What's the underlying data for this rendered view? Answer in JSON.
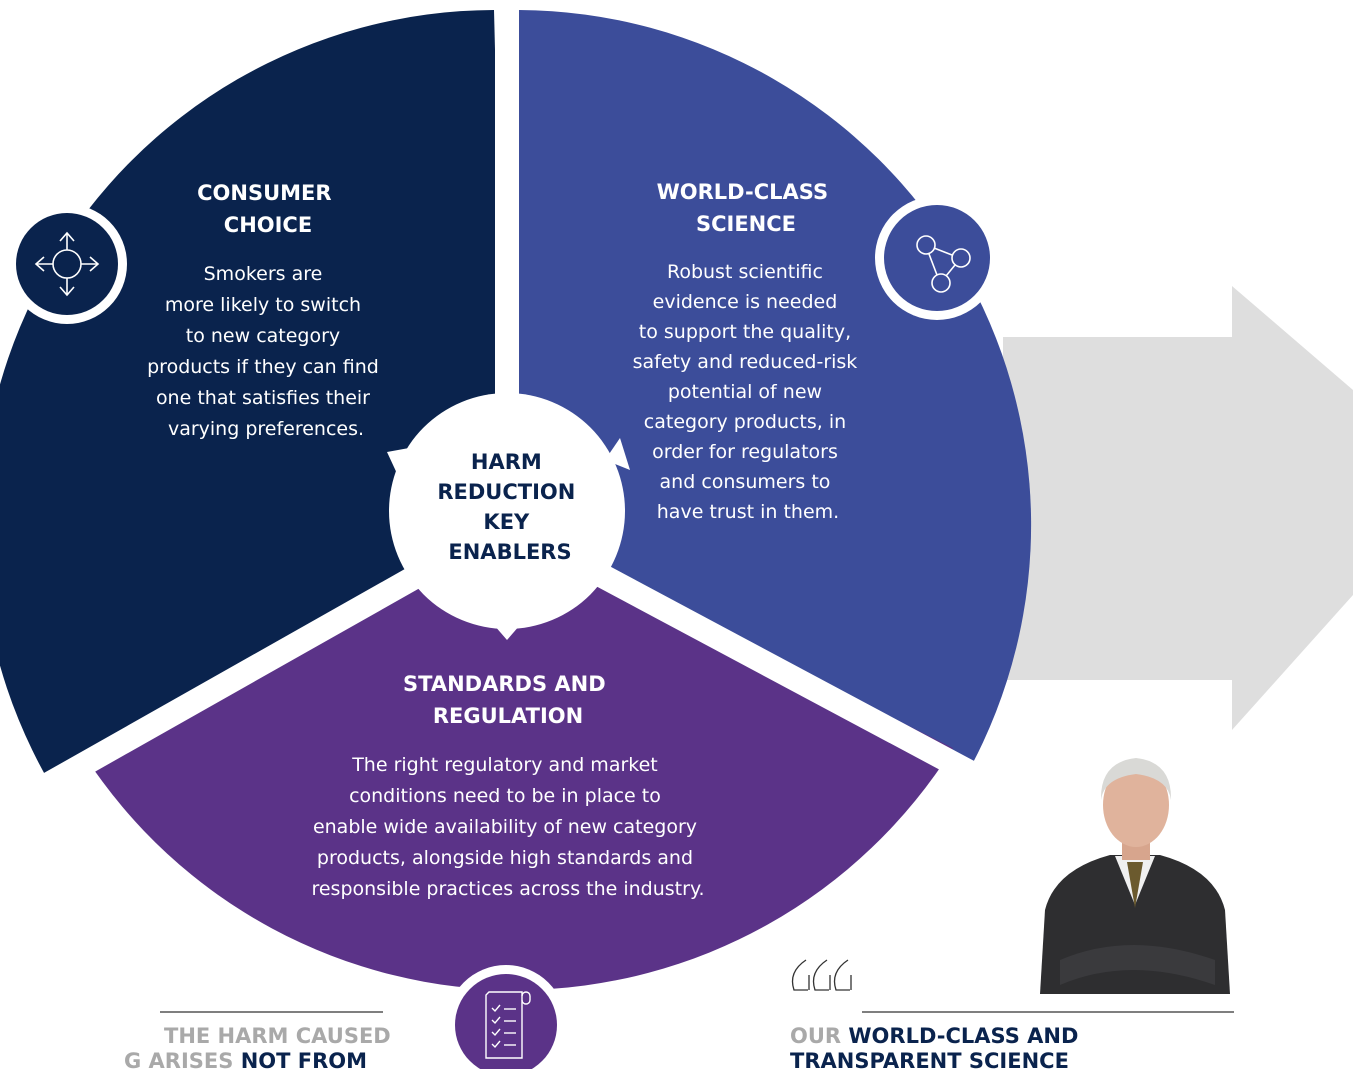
{
  "center": {
    "lines": [
      "HARM",
      "REDUCTION",
      "KEY",
      "ENABLERS"
    ]
  },
  "segments": {
    "consumer": {
      "title": [
        "CONSUMER",
        "CHOICE"
      ],
      "body": [
        "Smokers are",
        "more likely to switch",
        "to new category",
        "products if they can find",
        "one that satisfies their",
        "varying preferences."
      ],
      "icon": "move-arrows-icon"
    },
    "science": {
      "title": [
        "WORLD-CLASS",
        "SCIENCE"
      ],
      "body": [
        "Robust scientific",
        "evidence is needed",
        "to support the quality,",
        "safety and reduced-risk",
        "potential of new",
        "category products, in",
        "order for regulators",
        "and consumers to",
        "have trust in them."
      ],
      "icon": "molecule-icon"
    },
    "standards": {
      "title": [
        "STANDARDS AND",
        "REGULATION"
      ],
      "body": [
        "The right regulatory and market",
        "conditions need to be in place to",
        "enable wide availability of new category",
        "products, alongside high standards and",
        "responsible practices across the industry."
      ],
      "icon": "checklist-scroll-icon"
    }
  },
  "bottom_left": {
    "line1": "THE HARM CAUSED",
    "line2_gray": "G ARISES ",
    "line2_navy": "NOT FROM"
  },
  "bottom_right": {
    "line1_gray": "OUR ",
    "line1_navy": "WORLD-CLASS AND",
    "line2_navy": "TRANSPARENT SCIENCE"
  },
  "colors": {
    "navy": "#0a234d",
    "blue": "#3c4d9a",
    "purple": "#5b3388",
    "gray_text": "#a9a9a9",
    "arrow": "#dedede"
  },
  "images": {
    "portrait": "man-in-suit-portrait"
  }
}
